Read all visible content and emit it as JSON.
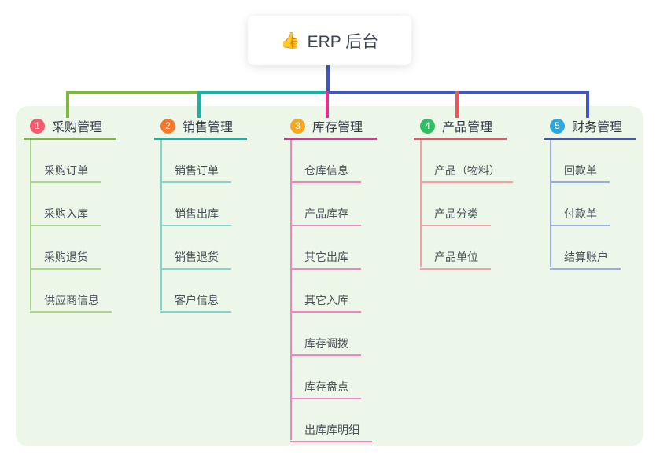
{
  "root": {
    "label": "ERP 后台",
    "icon": "thumbs-up-emoji",
    "icon_char": "👍"
  },
  "panel": {
    "background_color": "#ecf7ea"
  },
  "connector_colors": {
    "root_line": "#4156c5",
    "branch_1": "#7cb93e",
    "branch_2": "#0fb8a6",
    "branch_3": "#e6308f",
    "branch_4": "#f4515c",
    "branch_5": "#4156c5"
  },
  "branches": [
    {
      "num": "1",
      "title": "采购管理",
      "badge_color": "#f15b6c",
      "line_color": "#7cb93e",
      "sub_line_color": "#acd788",
      "items": [
        "采购订单",
        "采购入库",
        "采购退货",
        "供应商信息"
      ]
    },
    {
      "num": "2",
      "title": "销售管理",
      "badge_color": "#f5772b",
      "line_color": "#0fb8a6",
      "sub_line_color": "#7fd6cb",
      "items": [
        "销售订单",
        "销售出库",
        "销售退货",
        "客户信息"
      ]
    },
    {
      "num": "3",
      "title": "库存管理",
      "badge_color": "#f7a823",
      "line_color": "#e6308f",
      "sub_line_color": "#f184be",
      "items": [
        "仓库信息",
        "产品库存",
        "其它出库",
        "其它入库",
        "库存调拨",
        "库存盘点",
        "出库库明细"
      ]
    },
    {
      "num": "4",
      "title": "产品管理",
      "badge_color": "#2fbe63",
      "line_color": "#f4515c",
      "sub_line_color": "#f99ca3",
      "items": [
        "产品（物料）",
        "产品分类",
        "产品单位"
      ]
    },
    {
      "num": "5",
      "title": "财务管理",
      "badge_color": "#2ba7de",
      "line_color": "#4156c5",
      "sub_line_color": "#9aace6",
      "items": [
        "回款单",
        "付款单",
        "结算账户"
      ]
    }
  ]
}
